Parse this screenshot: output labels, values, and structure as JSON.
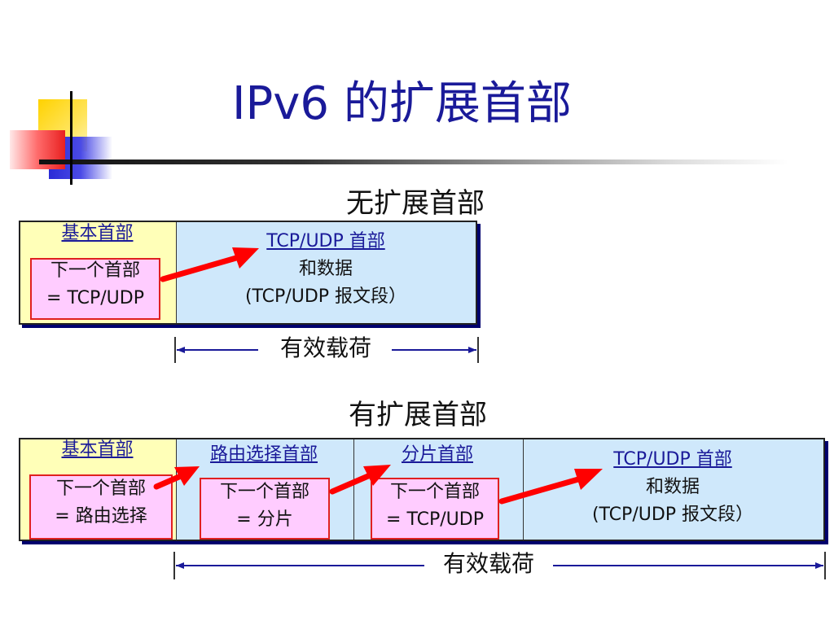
{
  "title": "IPv6 的扩展首部",
  "section1": {
    "heading": "无扩展首部",
    "base_header_label": "基本首部",
    "next_header_line1": "下一个首部",
    "next_header_line2": "= TCP/UDP",
    "payload_line1": "TCP/UDP 首部",
    "payload_line2": "和数据",
    "payload_line3": "(TCP/UDP 报文段）",
    "payload_span_label": "有效载荷"
  },
  "section2": {
    "heading": "有扩展首部",
    "base_header_label": "基本首部",
    "base_next_line1": "下一个首部",
    "base_next_line2": "= 路由选择",
    "routing_header_label": "路由选择首部",
    "routing_next_line1": "下一个首部",
    "routing_next_line2": "= 分片",
    "fragment_header_label": "分片首部",
    "fragment_next_line1": "下一个首部",
    "fragment_next_line2": "= TCP/UDP",
    "payload_line1": "TCP/UDP 首部",
    "payload_line2": "和数据",
    "payload_line3": "(TCP/UDP 报文段）",
    "payload_span_label": "有效载荷"
  },
  "colors": {
    "title": "#1a1a99",
    "base_header_fill": "#ffffb8",
    "payload_fill": "#cfe8fb",
    "next_header_fill": "#ffccff",
    "arrow": "#ff0000",
    "box_shadow": "#00006e"
  }
}
